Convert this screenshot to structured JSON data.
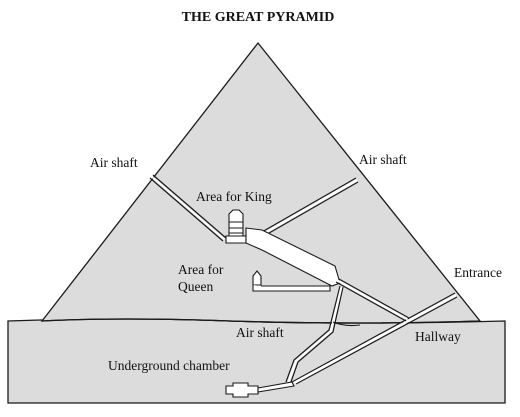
{
  "diagram": {
    "title": "THE GREAT PYRAMID",
    "labels": {
      "air_shaft_left": "Air shaft",
      "air_shaft_right": "Air shaft",
      "area_for_king": "Area for King",
      "area_for_queen_line1": "Area for",
      "area_for_queen_line2": "Queen",
      "entrance": "Entrance",
      "air_shaft_lower": "Air shaft",
      "hallway": "Hallway",
      "underground_chamber": "Underground chamber"
    },
    "colors": {
      "fill": "#dcdcdc",
      "stroke": "#1a1a1a",
      "background": "#ffffff"
    }
  }
}
